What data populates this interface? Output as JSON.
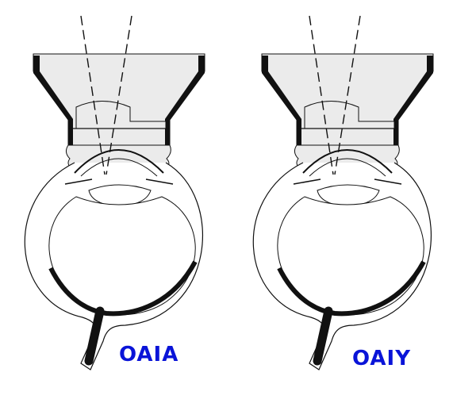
{
  "figures": [
    {
      "id": "left",
      "label": "OAIA",
      "label_color": "#0a14d8"
    },
    {
      "id": "right",
      "label": "OAIY",
      "label_color": "#0a14d8"
    }
  ],
  "colors": {
    "lens_fill": "#ebebeb",
    "outline": "#111111",
    "background": "#ffffff"
  }
}
